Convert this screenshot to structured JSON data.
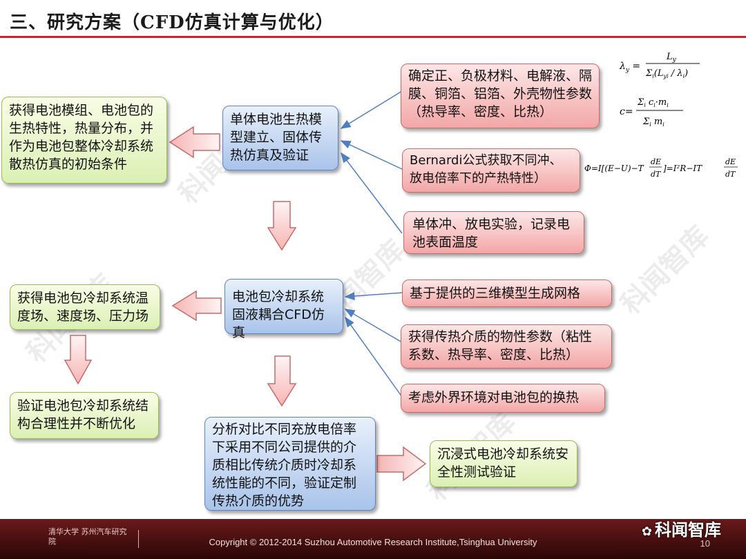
{
  "title": "三、研究方案（CFD仿真计算与优化）",
  "boxes": {
    "left_top": "获得电池模组、电池包的生热特性，热量分布，并作为电池包整体冷却系统散热仿真的初始条件",
    "left_mid": "获得电池包冷却系统温度场、速度场、压力场",
    "left_bottom": "验证电池包冷却系统结构合理性并不断优化",
    "center_top": "单体电池生热模型建立、固体传热仿真及验证",
    "center_mid": "电池包冷却系统固液耦合CFD仿真",
    "center_bottom": "分析对比不同充放电倍率下采用不同公司提供的介质相比传统介质时冷却系统性能的不同，验证定制传热介质的优势",
    "right_1": "确定正、负极材料、电解液、隔膜、铜箔、铝箔、外壳物性参数（热导率、密度、比热）",
    "right_2": "Bernardi公式获取不同冲、放电倍率下的产热特性）",
    "right_3": "单体冲、放电实验，记录电池表面温度",
    "right_4": "基于提供的三维模型生成网格",
    "right_5": "获得传热介质的物性参数（粘性系数、热导率、密度、比热）",
    "right_6": "考虑外界环境对电池包的换热",
    "right_7": "沉浸式电池冷却系统安全性测试验证"
  },
  "formulas": {
    "lambda": "λy = Ly / Σi (Lyi / λi)",
    "c": "c = Σi ci·mi / Σi mi",
    "bernardi": "Φ = I[(E − U) − T dE/dT] = I²R − IT dE/dT"
  },
  "footer": {
    "copyright": "Copyright © 2012-2014 Suzhou Automotive Research Institute,Tsinghua University",
    "page": "10",
    "brand": "科闻智库",
    "logo_text": "清华大学 苏州汽车研究院"
  },
  "watermark": "科闻智库",
  "colors": {
    "title_rule": "#c0282d",
    "green": "#dbf0b4",
    "blue": "#a9c3ea",
    "red": "#f3a6a6",
    "footer": "#4a1010"
  }
}
